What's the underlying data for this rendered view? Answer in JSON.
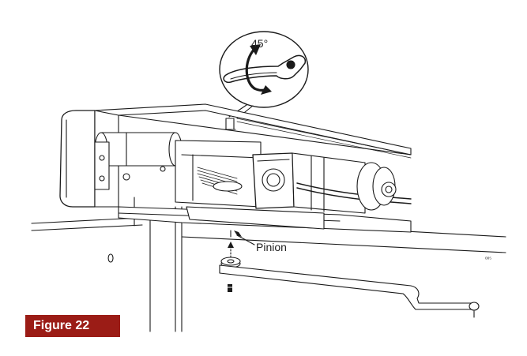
{
  "angle_label": "45°",
  "callout_label": "Pinion",
  "figure_label": "Figure 22",
  "small_mark": "ᵒᵒ⁵",
  "colors": {
    "line": "#1a1a1a",
    "badge": "#9b1c16",
    "badge_text": "#ffffff"
  },
  "icons": [
    "wrench-icon",
    "rotate-arrow-icon",
    "gear-motor-icon",
    "bracket-arm-icon"
  ]
}
